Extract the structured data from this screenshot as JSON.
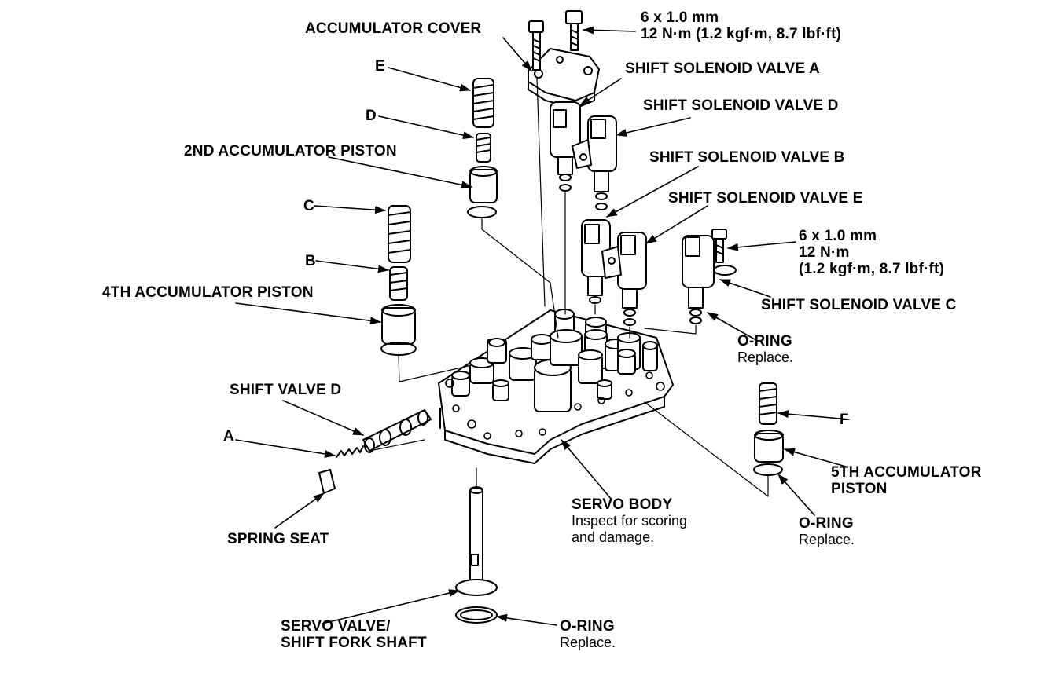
{
  "labels": {
    "accumulator_cover": "ACCUMULATOR COVER",
    "bolt_top_size": "6 x 1.0 mm",
    "bolt_top_torque": "12 N·m (1.2 kgf·m, 8.7 lbf·ft)",
    "shift_solenoid_a": "SHIFT SOLENOID VALVE A",
    "shift_solenoid_d": "SHIFT SOLENOID VALVE D",
    "shift_solenoid_b": "SHIFT SOLENOID VALVE B",
    "shift_solenoid_e": "SHIFT SOLENOID VALVE E",
    "shift_solenoid_c": "SHIFT SOLENOID VALVE C",
    "bolt_right_size": "6 x 1.0 mm",
    "bolt_right_torque_1": "12 N·m",
    "bolt_right_torque_2": "(1.2 kgf·m, 8.7 lbf·ft)",
    "letter_e": "E",
    "letter_d": "D",
    "second_accumulator_piston": "2ND ACCUMULATOR PISTON",
    "letter_c": "C",
    "letter_b": "B",
    "fourth_accumulator_piston": "4TH ACCUMULATOR PISTON",
    "shift_valve_d": "SHIFT VALVE D",
    "letter_a": "A",
    "spring_seat": "SPRING SEAT",
    "oring_right_1": "O-RING",
    "oring_right_1_note": "Replace.",
    "letter_f": "F",
    "fifth_accumulator_piston_1": "5TH ACCUMULATOR",
    "fifth_accumulator_piston_2": "PISTON",
    "servo_body": "SERVO BODY",
    "servo_body_note_1": "Inspect for scoring",
    "servo_body_note_2": "and damage.",
    "oring_right_2": "O-RING",
    "oring_right_2_note": "Replace.",
    "servo_valve_1": "SERVO VALVE/",
    "servo_valve_2": "SHIFT FORK SHAFT",
    "oring_bottom": "O-RING",
    "oring_bottom_note": "Replace."
  }
}
